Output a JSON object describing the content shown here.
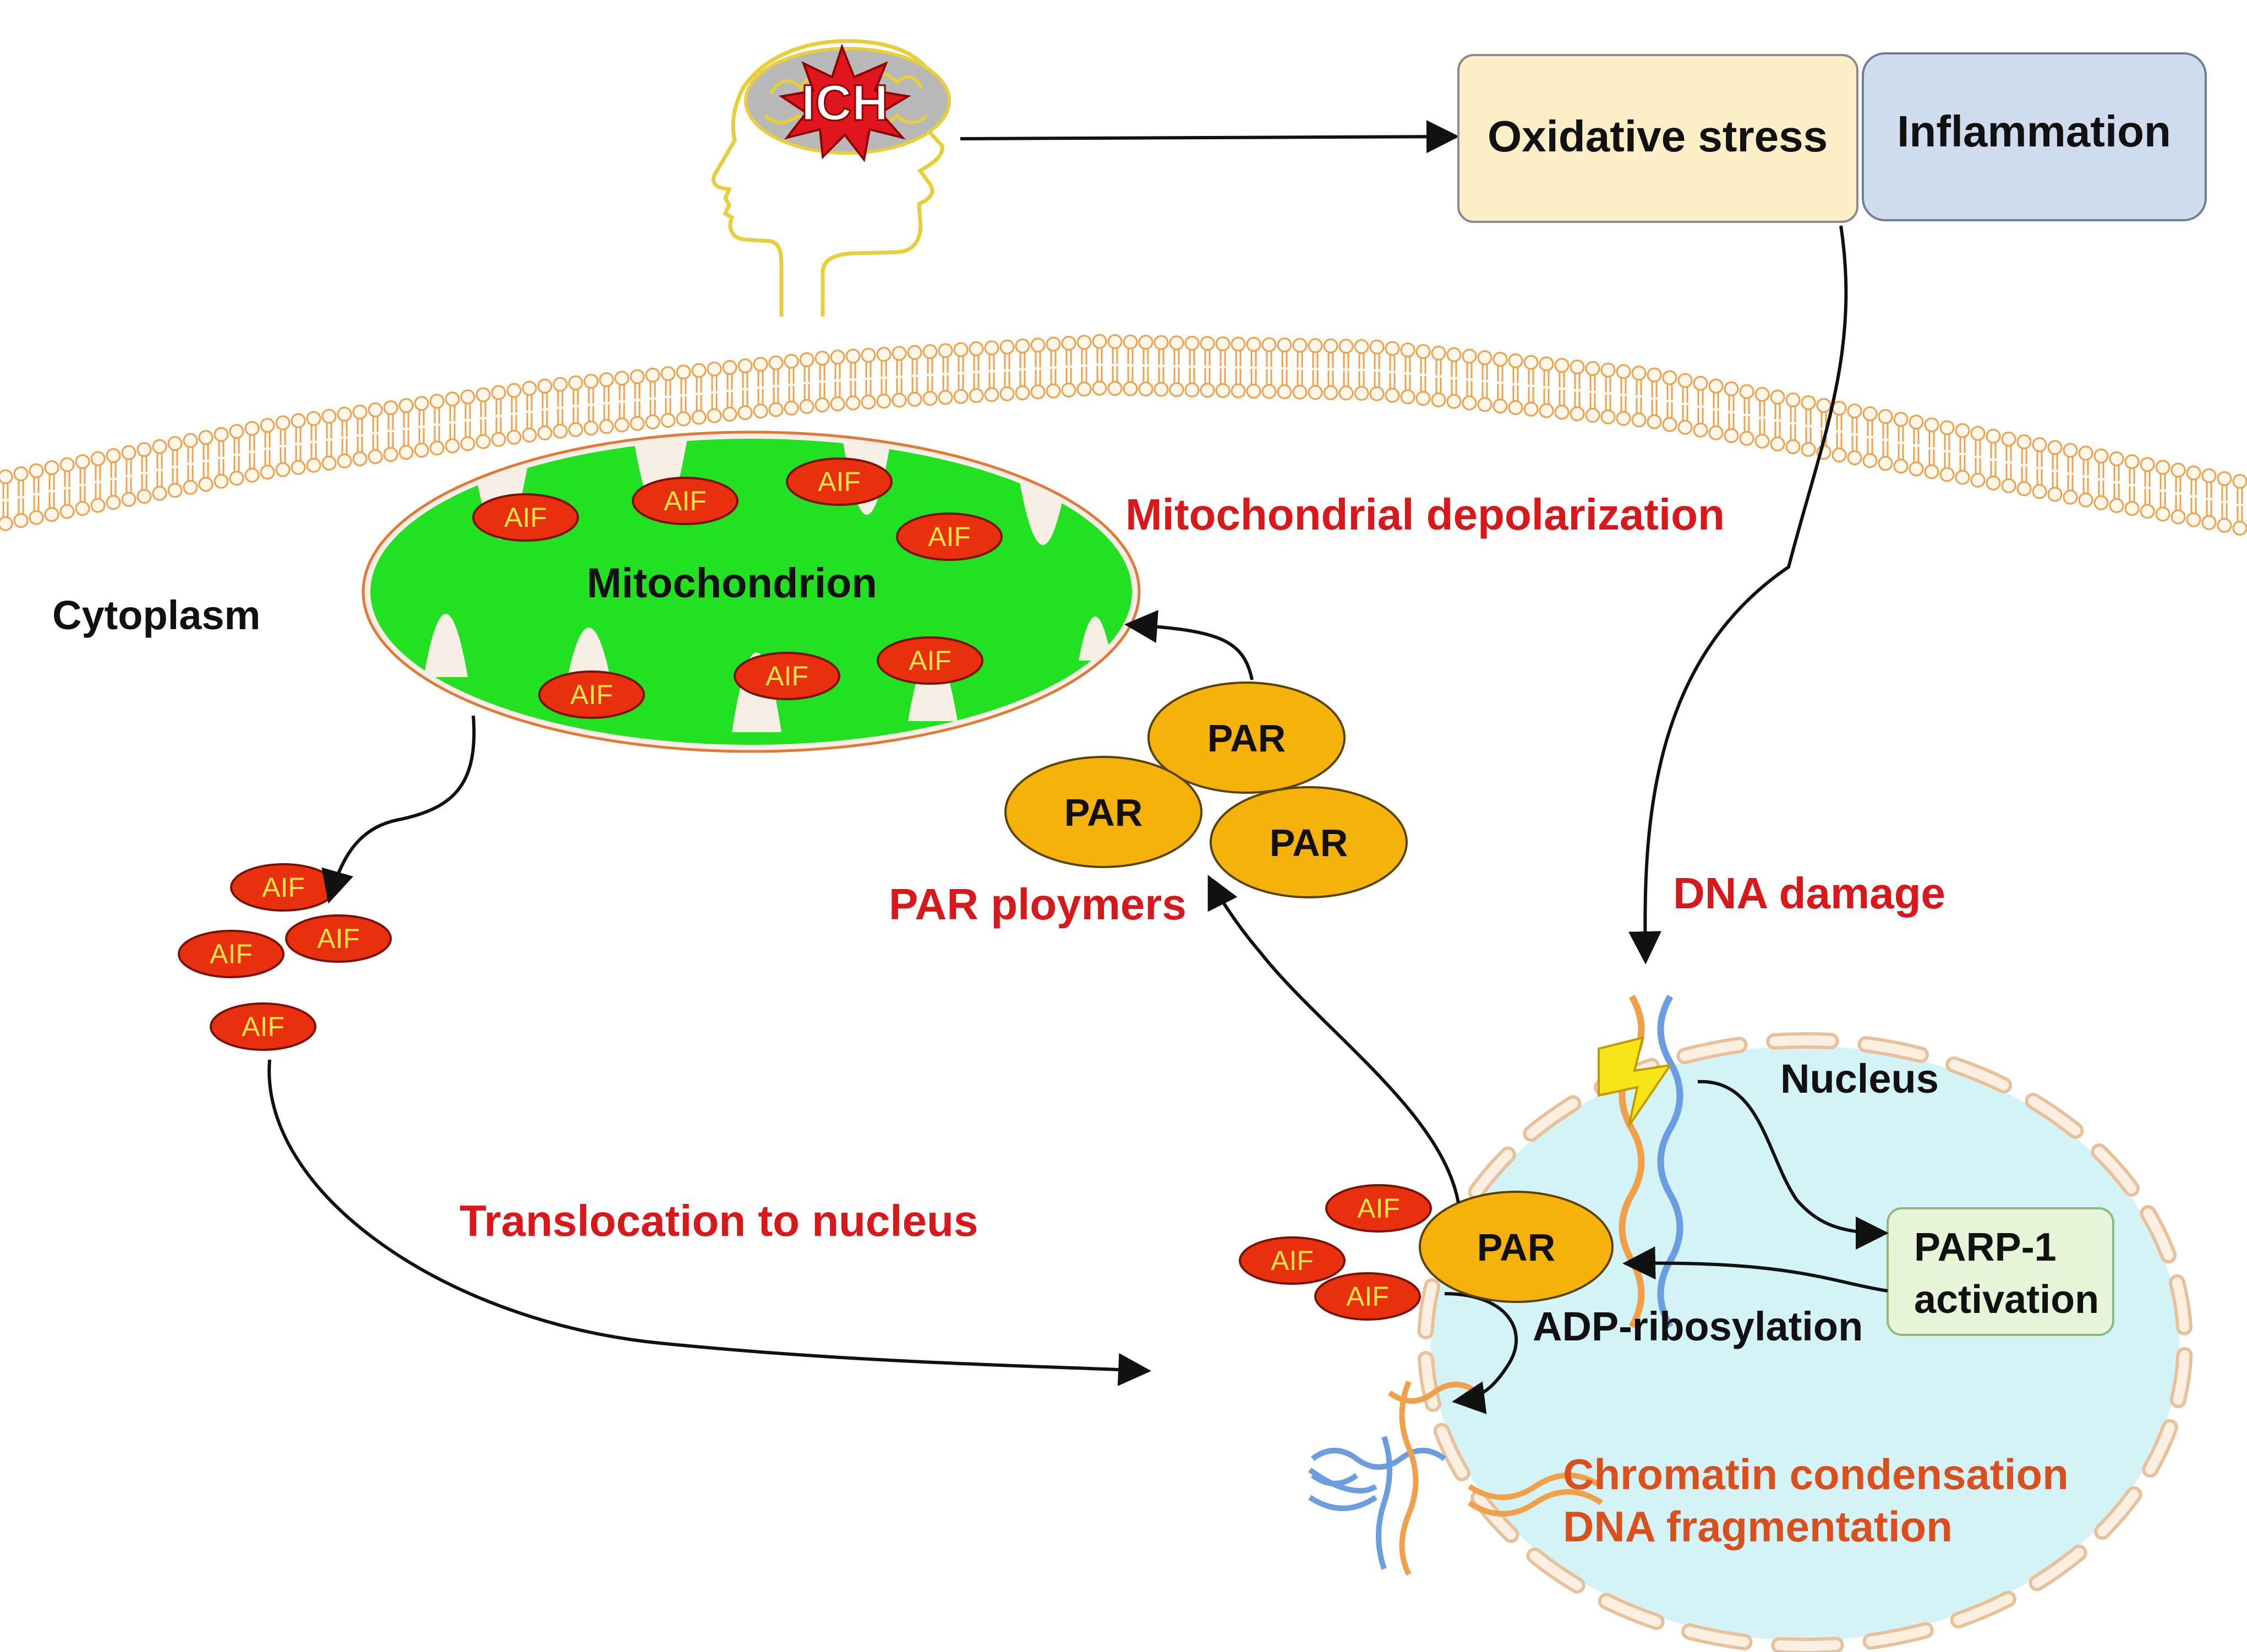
{
  "labels": {
    "ich": "ICH",
    "oxidative_stress": "Oxidative stress",
    "inflammation": "Inflammation",
    "mitochondrial_depolarization": "Mitochondrial depolarization",
    "mitochondrion": "Mitochondrion",
    "cytoplasm": "Cytoplasm",
    "par_polymers": "PAR ploymers",
    "dna_damage": "DNA damage",
    "nucleus": "Nucleus",
    "translocation": "Translocation to nucleus",
    "parp1_line1": "PARP-1",
    "parp1_line2": "activation",
    "adp_ribosylation": "ADP-ribosylation",
    "chromatin_condensation": "Chromatin condensation",
    "dna_fragmentation": "DNA fragmentation"
  },
  "aif_label": "AIF",
  "par_label": "PAR",
  "colors": {
    "red_label": "#d7191c",
    "orange_label": "#d94f1e",
    "mito_green": "#22e022",
    "aif_red": "#e8300e",
    "par_gold": "#f5b20a",
    "nucleus_fill": "#d4f3f7",
    "oxidative_box": "#fcefc7",
    "inflammation_box": "#cfdcee",
    "parp_box": "#e6f4d8",
    "membrane_orange": "#f0a04a"
  }
}
